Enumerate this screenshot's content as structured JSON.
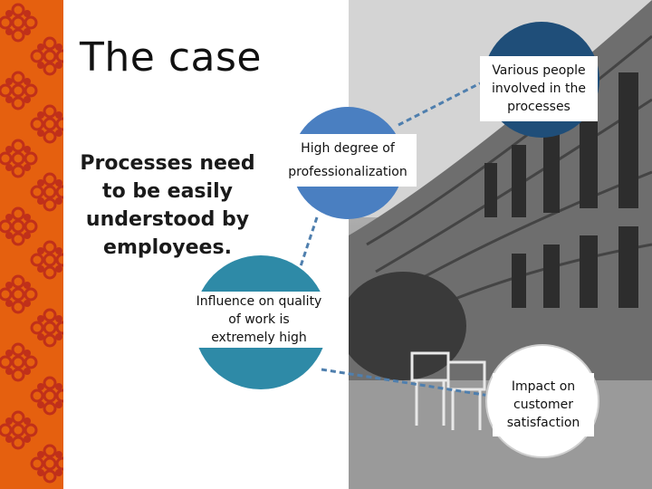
{
  "slide": {
    "title": "The case",
    "main_text": "Processes need to be easily understood by employees."
  },
  "nodes": {
    "various_people": "Various people involved in the processes",
    "professionalization": "High degree of professionalization",
    "influence": "Influence on quality of work is extremely high",
    "impact": "Impact on customer satisfaction"
  },
  "colors": {
    "strip": "#e5600f",
    "pattern": "#c0301a",
    "navy": "#1f4e79",
    "blue": "#4a7fc1",
    "teal": "#2e8aa7",
    "connector": "#4f7fae"
  }
}
